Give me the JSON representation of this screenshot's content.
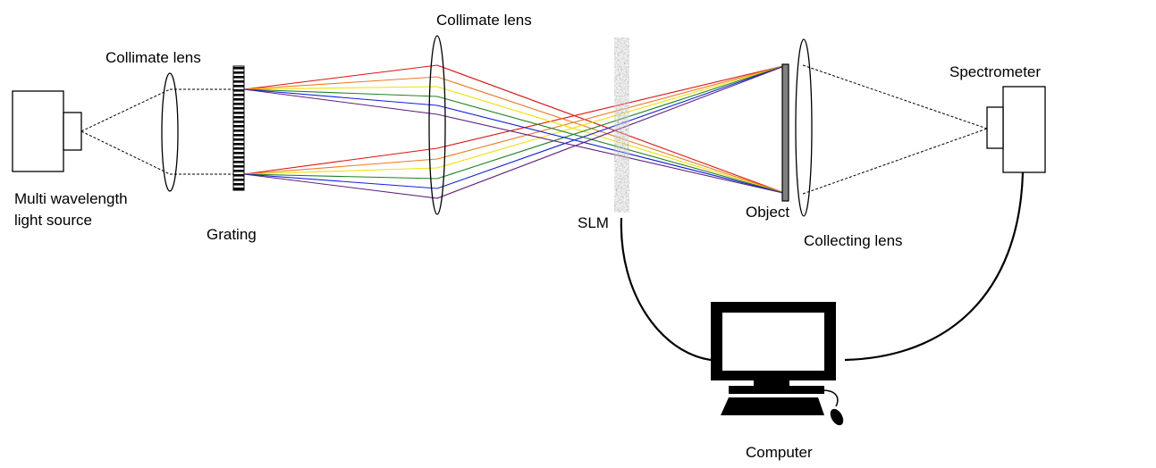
{
  "labels": {
    "collimate_lens_1": "Collimate lens",
    "collimate_lens_2": "Collimate lens",
    "light_source_line1": "Multi wavelength",
    "light_source_line2": "light source",
    "grating": "Grating",
    "slm": "SLM",
    "object": "Object",
    "collecting_lens": "Collecting lens",
    "spectrometer": "Spectrometer",
    "computer": "Computer"
  },
  "rays": [
    {
      "name": "red",
      "color": "#e01010"
    },
    {
      "name": "orange",
      "color": "#f07820"
    },
    {
      "name": "yellow",
      "color": "#f0e000"
    },
    {
      "name": "green",
      "color": "#208020"
    },
    {
      "name": "blue",
      "color": "#1020e0"
    },
    {
      "name": "purple",
      "color": "#602080"
    }
  ]
}
